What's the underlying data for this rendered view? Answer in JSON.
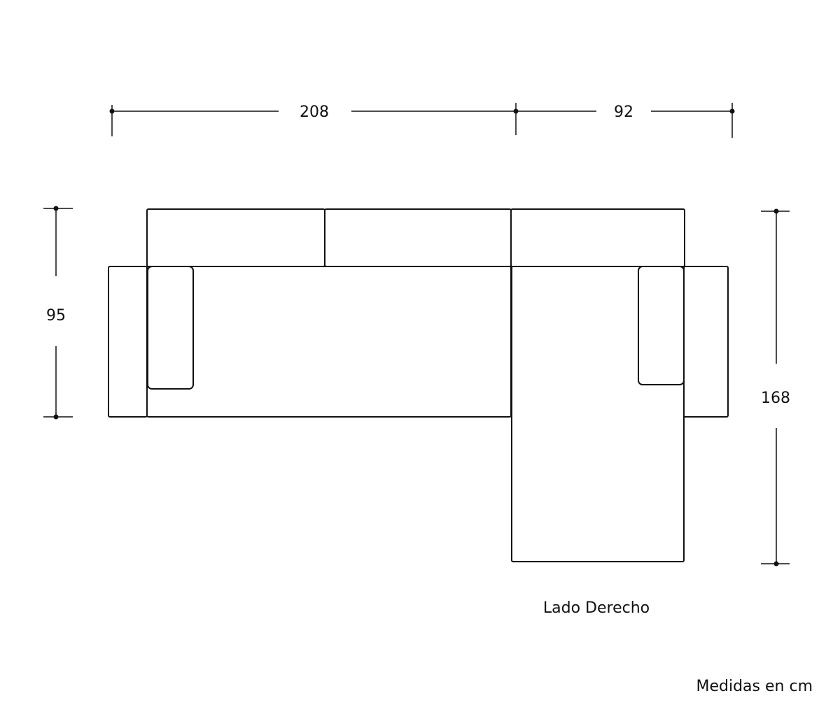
{
  "dimensions": {
    "width_main": "208",
    "width_chaise": "92",
    "depth_main": "95",
    "depth_chaise": "168"
  },
  "labels": {
    "side": "Lado Derecho",
    "units": "Medidas en cm"
  }
}
